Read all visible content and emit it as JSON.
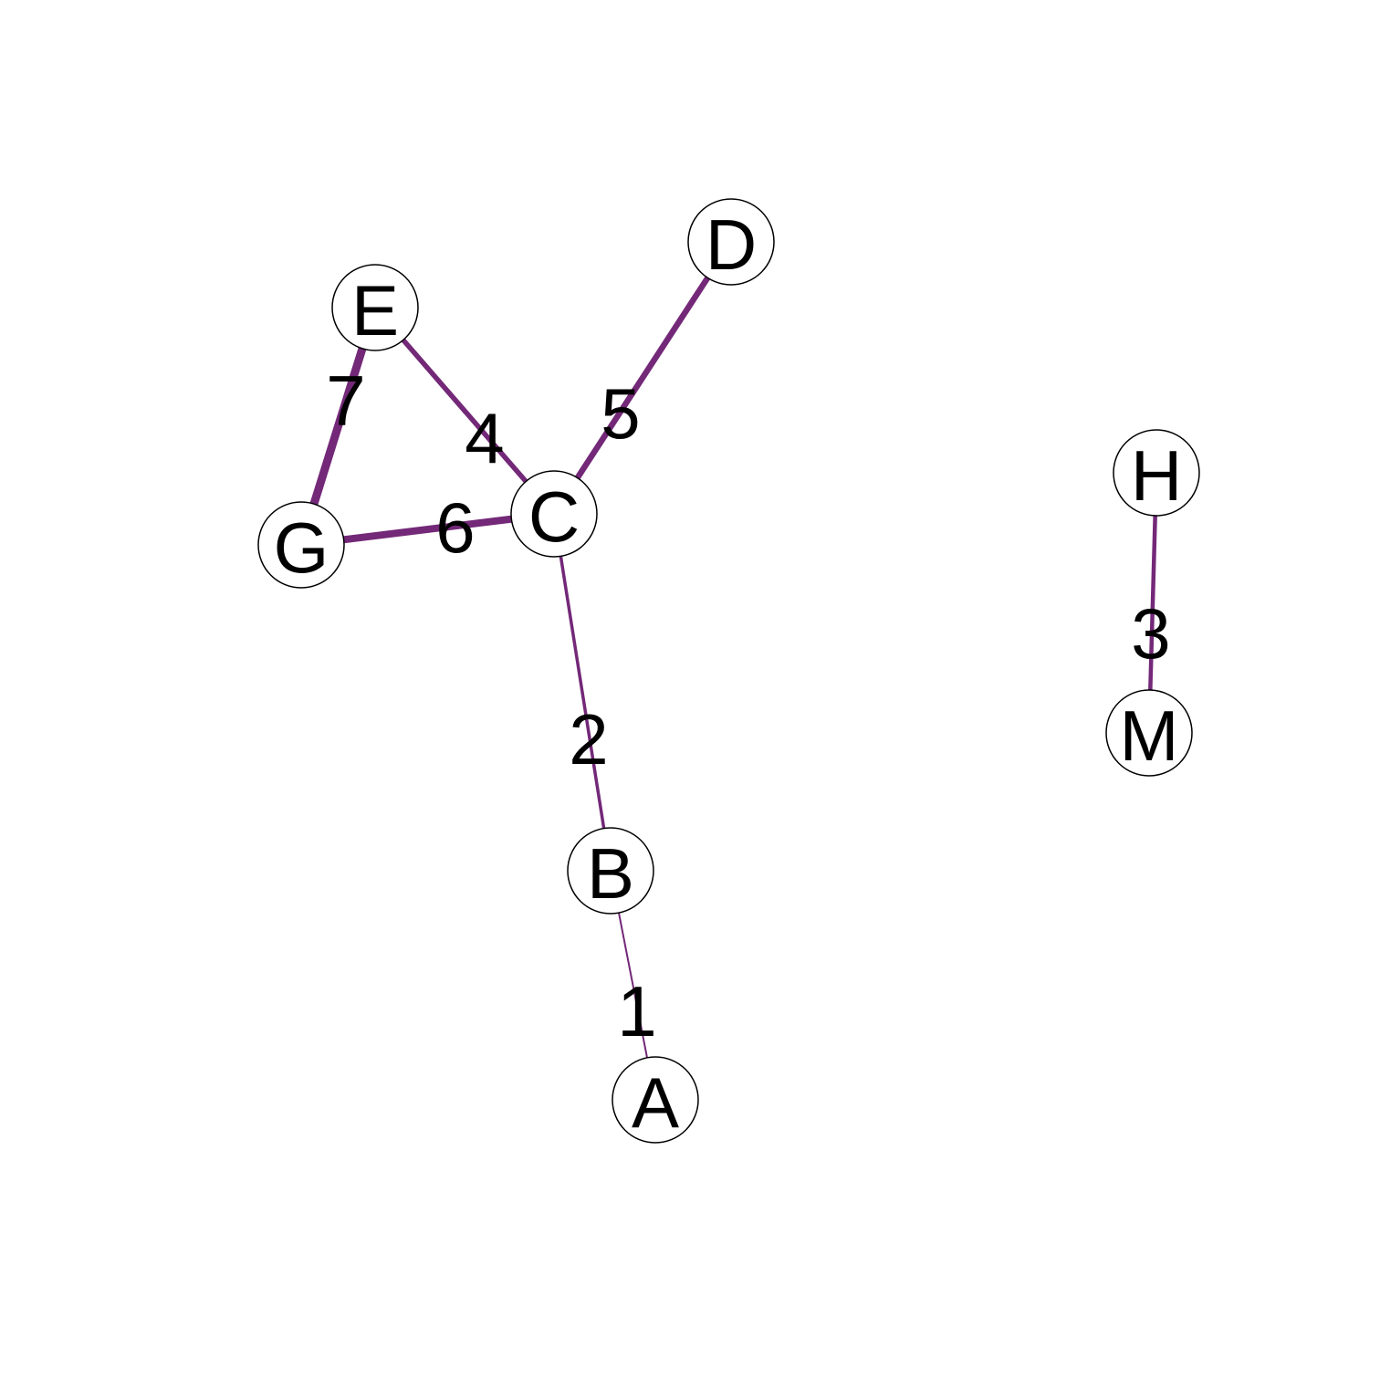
{
  "graph": {
    "edge_color": "#732878",
    "node_fill": "#ffffff",
    "node_stroke": "#000000",
    "nodes": [
      {
        "id": "A",
        "label": "A"
      },
      {
        "id": "B",
        "label": "B"
      },
      {
        "id": "C",
        "label": "C"
      },
      {
        "id": "D",
        "label": "D"
      },
      {
        "id": "E",
        "label": "E"
      },
      {
        "id": "G",
        "label": "G"
      },
      {
        "id": "H",
        "label": "H"
      },
      {
        "id": "M",
        "label": "M"
      }
    ],
    "edges": [
      {
        "source": "B",
        "target": "A",
        "label": "1",
        "weight": 1
      },
      {
        "source": "C",
        "target": "B",
        "label": "2",
        "weight": 2
      },
      {
        "source": "H",
        "target": "M",
        "label": "3",
        "weight": 3
      },
      {
        "source": "E",
        "target": "C",
        "label": "4",
        "weight": 4
      },
      {
        "source": "C",
        "target": "D",
        "label": "5",
        "weight": 5
      },
      {
        "source": "G",
        "target": "C",
        "label": "6",
        "weight": 6
      },
      {
        "source": "E",
        "target": "G",
        "label": "7",
        "weight": 7
      }
    ]
  }
}
